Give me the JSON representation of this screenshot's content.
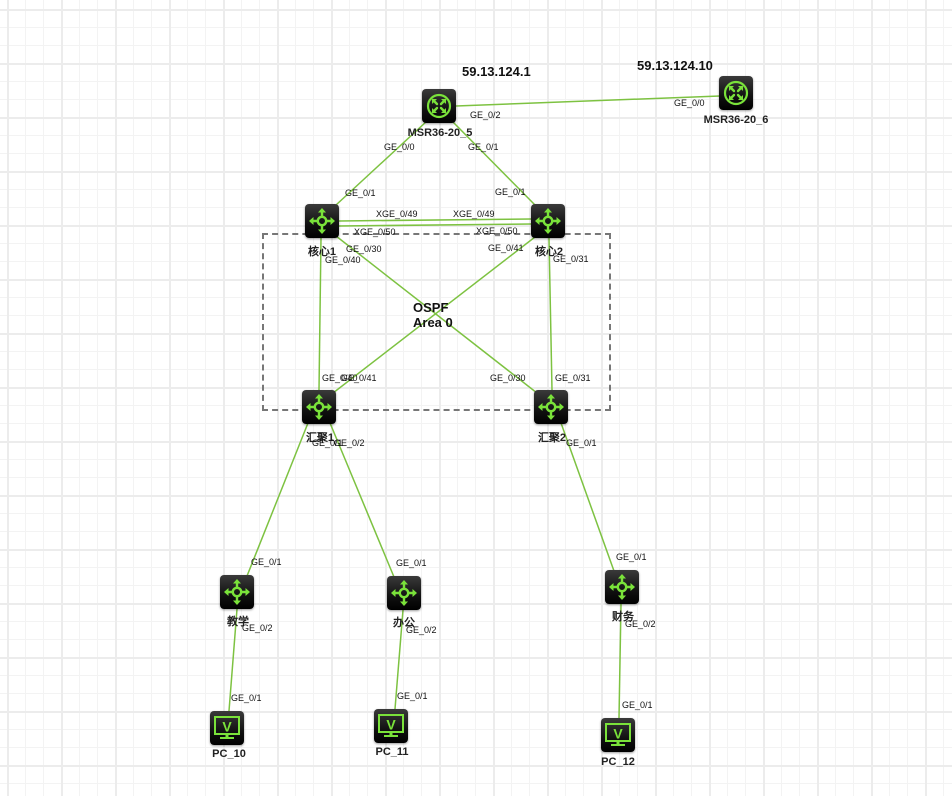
{
  "colors": {
    "link": "#7dc241",
    "icon": "#7ae23a",
    "area_border": "#777777"
  },
  "area": {
    "line1": "OSPF",
    "line2": "Area 0"
  },
  "ip_labels": [
    {
      "id": "ip-msr5",
      "text": "59.13.124.1"
    },
    {
      "id": "ip-msr6",
      "text": "59.13.124.10"
    }
  ],
  "devices": [
    {
      "id": "msr5",
      "type": "router",
      "label": "MSR36-20_5"
    },
    {
      "id": "msr6",
      "type": "router",
      "label": "MSR36-20_6"
    },
    {
      "id": "core1",
      "type": "switch",
      "label": "核心1"
    },
    {
      "id": "core2",
      "type": "switch",
      "label": "核心2"
    },
    {
      "id": "agg1",
      "type": "switch",
      "label": "汇聚1"
    },
    {
      "id": "agg2",
      "type": "switch",
      "label": "汇聚2"
    },
    {
      "id": "teach",
      "type": "switch",
      "label": "教学"
    },
    {
      "id": "office",
      "type": "switch",
      "label": "办公"
    },
    {
      "id": "finance",
      "type": "switch",
      "label": "财务"
    },
    {
      "id": "pc10",
      "type": "pc",
      "label": "PC_10"
    },
    {
      "id": "pc11",
      "type": "pc",
      "label": "PC_11"
    },
    {
      "id": "pc12",
      "type": "pc",
      "label": "PC_12"
    }
  ],
  "links": [
    {
      "a": "msr5",
      "a_port": "GE_0/2",
      "b": "msr6",
      "b_port": "GE_0/0"
    },
    {
      "a": "msr5",
      "a_port": "GE_0/0",
      "b": "core1",
      "b_port": "GE_0/1"
    },
    {
      "a": "msr5",
      "a_port": "GE_0/1",
      "b": "core2",
      "b_port": "GE_0/1"
    },
    {
      "a": "core1",
      "a_port": "XGE_0/49",
      "b": "core2",
      "b_port": "XGE_0/49"
    },
    {
      "a": "core1",
      "a_port": "XGE_0/50",
      "b": "core2",
      "b_port": "XGE_0/50"
    },
    {
      "a": "core1",
      "a_port": "GE_0/30",
      "b": "agg2",
      "b_port": "GE_0/30"
    },
    {
      "a": "core1",
      "a_port": "GE_0/40",
      "b": "agg1",
      "b_port": "GE_0/40"
    },
    {
      "a": "core2",
      "a_port": "GE_0/41",
      "b": "agg1",
      "b_port": "GE_0/41"
    },
    {
      "a": "core2",
      "a_port": "GE_0/31",
      "b": "agg2",
      "b_port": "GE_0/31"
    },
    {
      "a": "agg1",
      "a_port": "GE_0/1",
      "b": "teach",
      "b_port": "GE_0/1"
    },
    {
      "a": "agg1",
      "a_port": "GE_0/2",
      "b": "office",
      "b_port": "GE_0/1"
    },
    {
      "a": "agg2",
      "a_port": "GE_0/1",
      "b": "finance",
      "b_port": "GE_0/1"
    },
    {
      "a": "teach",
      "a_port": "GE_0/2",
      "b": "pc10",
      "b_port": "GE_0/1"
    },
    {
      "a": "office",
      "a_port": "GE_0/2",
      "b": "pc11",
      "b_port": "GE_0/1"
    },
    {
      "a": "finance",
      "a_port": "GE_0/2",
      "b": "pc12",
      "b_port": "GE_0/1"
    }
  ]
}
